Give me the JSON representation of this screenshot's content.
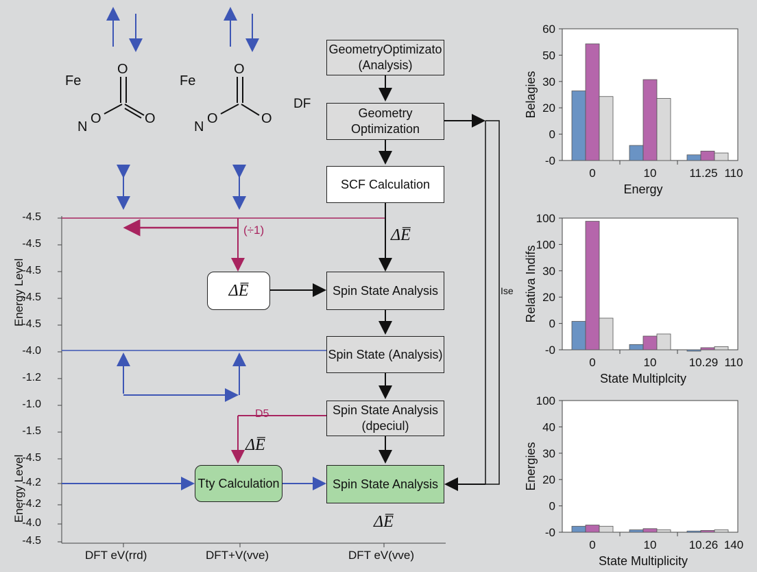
{
  "molecules": [
    {
      "metal": "Fe",
      "oxygens": [
        "O",
        "O",
        "O"
      ],
      "nitrogen": "N"
    },
    {
      "metal": "Fe",
      "oxygens": [
        "O",
        "O",
        "O"
      ],
      "nitrogen": "N"
    }
  ],
  "df_label": "DF",
  "flow": {
    "box1": "GeometryOptimizato (Analysis)",
    "box2": "Geometry Optimization",
    "box3": "SCF Calculation",
    "box4": "Spin State Analysis",
    "box5": "Spin State (Analysis)",
    "box6": "Spin State Analysis (dpeciul)",
    "box7": "Spin State Analysis",
    "side_label": "Ise",
    "delta_e": "ΔE̅"
  },
  "left_panel": {
    "ylabel_top": "Energy Level",
    "ylabel_bottom": "Energy Level",
    "yticks": [
      "-4.5",
      "-4.5",
      "-4.5",
      "-4.5",
      "-4.5",
      "-4.0",
      "-1.2",
      "-1.0",
      "-1.5",
      "-4.5",
      "-4.2",
      "-4.2",
      "-4.0",
      "-4.5"
    ],
    "paren_label": "(÷1)",
    "d5_label": "D5",
    "delta_box": "ΔE̅",
    "tty_box": "Tty Calculation",
    "xlabels": [
      "DFT eV(rrd)",
      "DFT+V(vve)",
      "DFT eV(vve)"
    ]
  },
  "chart_data": [
    {
      "type": "bar",
      "ylabel": "Belagies",
      "xlabel": "Energy",
      "yticks": [
        "60",
        "50",
        "30",
        "20",
        "0",
        "-0"
      ],
      "categories": [
        "0",
        "10",
        "11.25",
        "110"
      ],
      "series": [
        {
          "values": [
            27,
            -2,
            -7
          ]
        },
        {
          "values": [
            52,
            33,
            -5
          ]
        },
        {
          "values": [
            24,
            23,
            -6
          ]
        }
      ],
      "colors": [
        "#6a93c4",
        "#b566ab",
        "#d9d9d9"
      ]
    },
    {
      "type": "bar",
      "ylabel": "Relativa Indifs",
      "xlabel": "State Multiplcity",
      "yticks": [
        "100",
        "100",
        "30",
        "20",
        "0",
        "-0"
      ],
      "categories": [
        "0",
        "10",
        "10.29",
        "110"
      ],
      "series": [
        {
          "values": [
            17,
            -5,
            -10
          ]
        },
        {
          "values": [
            112,
            3,
            -8
          ]
        },
        {
          "values": [
            20,
            5,
            -7
          ]
        }
      ],
      "colors": [
        "#6a93c4",
        "#b566ab",
        "#d9d9d9"
      ]
    },
    {
      "type": "bar",
      "ylabel": "Energies",
      "xlabel": "State Multiplicity",
      "yticks": [
        "100",
        "40",
        "30",
        "20",
        "0",
        "-0"
      ],
      "categories": [
        "0",
        "10",
        "10.26",
        "140"
      ],
      "series": [
        {
          "values": [
            -5,
            -8,
            -9
          ]
        },
        {
          "values": [
            -4,
            -7,
            -8.5
          ]
        },
        {
          "values": [
            -5,
            -8,
            -8
          ]
        }
      ],
      "colors": [
        "#6a93c4",
        "#b566ab",
        "#d9d9d9"
      ]
    }
  ]
}
